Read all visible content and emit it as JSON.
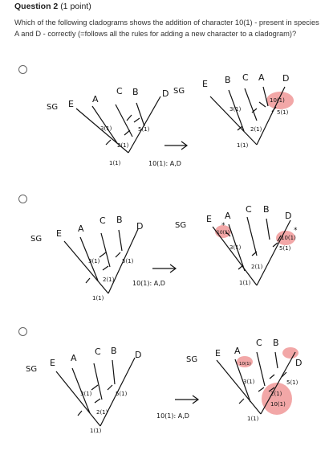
{
  "question": {
    "title": "Question 2",
    "points": "(1 point)",
    "text": "Which of the following cladograms shows the addition of character 10(1) - present in species A and D - correctly (=follows all the rules for adding a new character to a cladogram)?"
  },
  "options": [
    {
      "left": {
        "taxa": [
          "SG",
          "E",
          "A",
          "C",
          "B",
          "D"
        ],
        "chars": [
          "1(1)",
          "2(1)",
          "3(1)",
          "5(1)"
        ]
      },
      "note": "10(1): A,D",
      "right": {
        "taxa": [
          "SG",
          "E",
          "B",
          "C",
          "A",
          "D"
        ],
        "chars": [
          "1(1)",
          "2(1)",
          "3(1)",
          "5(1)",
          "10(1)"
        ]
      }
    },
    {
      "left": {
        "taxa": [
          "SG",
          "E",
          "A",
          "C",
          "B",
          "D"
        ],
        "chars": [
          "1(1)",
          "2(1)",
          "3(1)",
          "5(1)"
        ]
      },
      "note": "10(1): A,D",
      "right": {
        "taxa": [
          "SG",
          "E",
          "A",
          "C",
          "B",
          "D"
        ],
        "chars": [
          "1(1)",
          "2(1)",
          "3(1)",
          "5(1)",
          "10(1)",
          "10(1)"
        ]
      }
    },
    {
      "left": {
        "taxa": [
          "SG",
          "E",
          "A",
          "C",
          "B",
          "D"
        ],
        "chars": [
          "1(1)",
          "2(1)",
          "3(1)",
          "5(1)"
        ]
      },
      "note": "10(1): A,D",
      "right": {
        "taxa": [
          "SG",
          "E",
          "A",
          "C",
          "B",
          "D"
        ],
        "chars": [
          "1(1)",
          "2(1)",
          "3(1)",
          "5(1)",
          "10(1)",
          "10(1)"
        ]
      }
    }
  ],
  "colors": {
    "highlight": "#f2a7a7",
    "ink": "#111111"
  }
}
